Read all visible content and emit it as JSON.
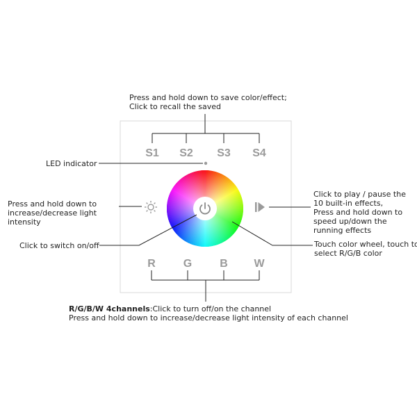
{
  "panel": {
    "scene_keys": [
      "S1",
      "S2",
      "S3",
      "S4"
    ],
    "channel_keys": [
      "R",
      "G",
      "B",
      "W"
    ],
    "icons": {
      "brightness": "sun-icon",
      "power": "power-icon",
      "play": "play-pause-icon",
      "wheel": "color-wheel",
      "led": "led-indicator-dot"
    }
  },
  "callouts": {
    "scene_line1": "Press and hold down to save color/effect;",
    "scene_line2": "Click to recall the saved",
    "led": "LED indicator",
    "brightness_line1": "Press and hold down to",
    "brightness_line2": "increase/decrease light",
    "brightness_line3": "intensity",
    "power": "Click to switch on/off",
    "play_line1": "Click to play / pause the",
    "play_line2": "10 built-in effects,",
    "play_line3": "Press and hold down to",
    "play_line4": "speed up/down the",
    "play_line5": "running effects",
    "wheel_line1": "Touch color wheel, touch to",
    "wheel_line2": "select R/G/B color",
    "channels_bold": "R/G/B/W 4channels",
    "channels_rest": ":Click to turn off/on the channel",
    "channels_line2": "Press and hold down to increase/decrease light intensity of each channel"
  },
  "colors": {
    "panel_border": "#d8d8d8",
    "key_text": "#9a9a9a",
    "power_icon": "#8a8a8a",
    "leader": "#222222"
  }
}
